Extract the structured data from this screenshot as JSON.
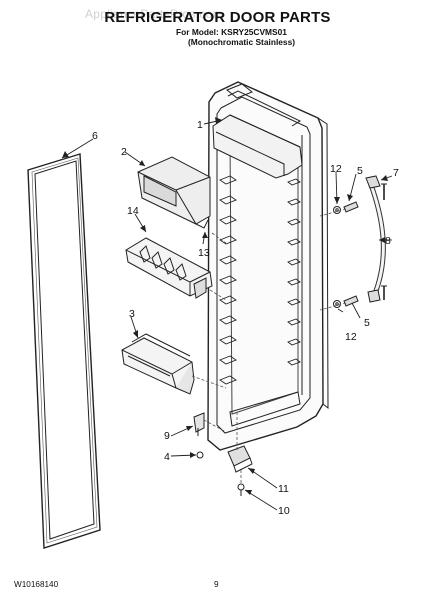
{
  "header": {
    "title": "REFRIGERATOR DOOR PARTS",
    "model_line": "For Model: KSRY25CVMS01",
    "finish_line": "(Monochromatic Stainless)",
    "watermark": "AppliancePartsPros.com"
  },
  "footer": {
    "doc_number": "W10168140",
    "page_number": "9"
  },
  "callouts": [
    {
      "id": "c1",
      "label": "1"
    },
    {
      "id": "c2",
      "label": "2"
    },
    {
      "id": "c3",
      "label": "3"
    },
    {
      "id": "c4",
      "label": "4"
    },
    {
      "id": "c5a",
      "label": "5"
    },
    {
      "id": "c5b",
      "label": "5"
    },
    {
      "id": "c6",
      "label": "6"
    },
    {
      "id": "c7",
      "label": "7"
    },
    {
      "id": "c8",
      "label": "8"
    },
    {
      "id": "c9",
      "label": "9"
    },
    {
      "id": "c10",
      "label": "10"
    },
    {
      "id": "c11",
      "label": "11"
    },
    {
      "id": "c12a",
      "label": "12"
    },
    {
      "id": "c12b",
      "label": "12"
    },
    {
      "id": "c13",
      "label": "13"
    },
    {
      "id": "c14",
      "label": "14"
    }
  ]
}
